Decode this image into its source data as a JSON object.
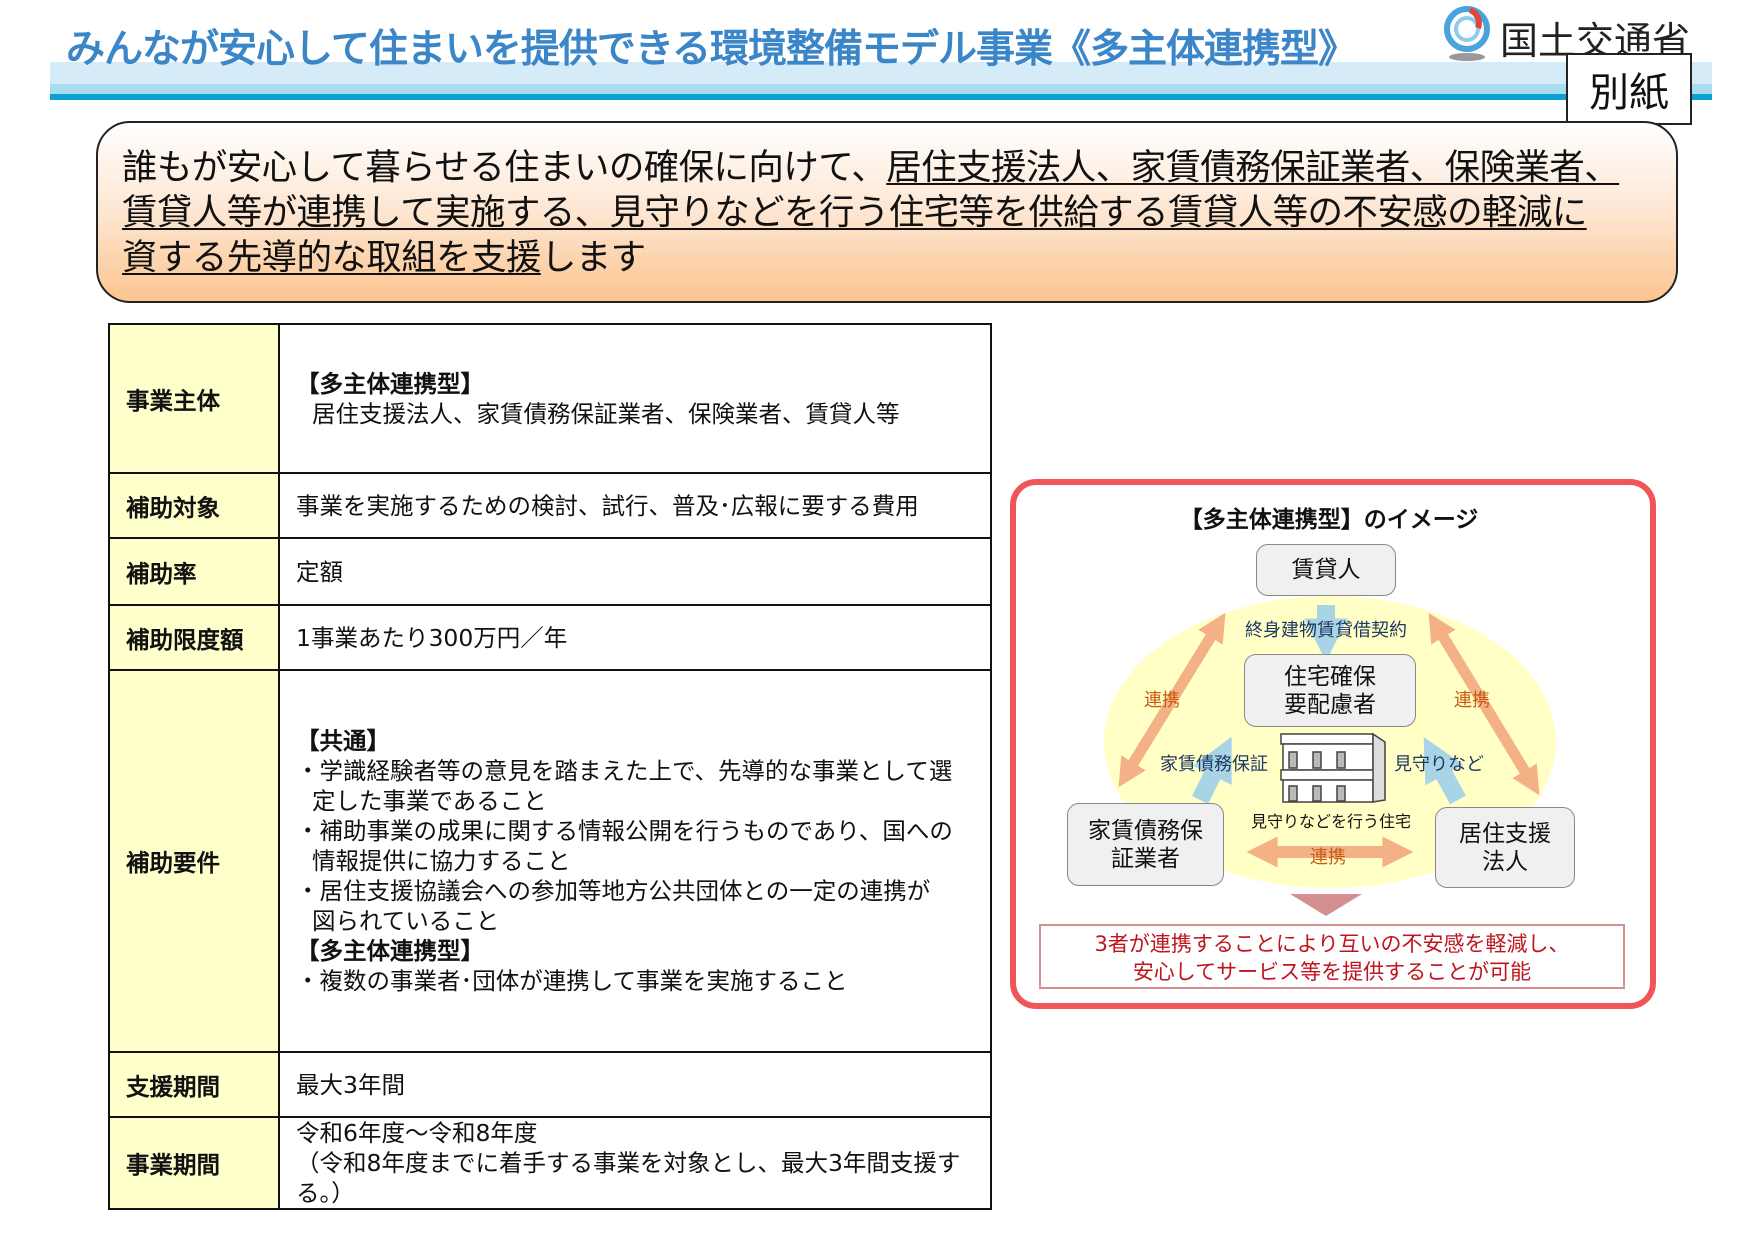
{
  "header": {
    "title": "みんなが安心して住まいを提供できる環境整備モデル事業《多主体連携型》",
    "ministry": "国土交通省",
    "attachment_label": "別紙"
  },
  "lead": {
    "line1_plain": "誰もが安心して暮らせる住まいの確保に向けて、",
    "line1_underline": "居住支援法人、家賃債務保証業者、保険業者、",
    "line2_underline": "賃貸人等が連携して実施する、見守りなどを行う住宅等を供給する賃貸人等の不安感の軽減に",
    "line3_underline": "資する先導的な取組を支援",
    "line3_plain": "します"
  },
  "table": {
    "r1": {
      "label": "事業主体",
      "head": "【多主体連携型】",
      "text": "居住支援法人、家賃債務保証業者、保険業者、賃貸人等"
    },
    "r2": {
      "label": "補助対象",
      "text": "事業を実施するための検討、試行、普及･広報に要する費用"
    },
    "r3": {
      "label": "補助率",
      "text": "定額"
    },
    "r4": {
      "label": "補助限度額",
      "text": "1事業あたり300万円／年"
    },
    "r5": {
      "label": "補助要件",
      "lines": [
        "【共通】",
        "・学識経験者等の意見を踏まえた上で、先導的な事業として選",
        "定した事業であること",
        "・補助事業の成果に関する情報公開を行うものであり、国への",
        "情報提供に協力すること",
        "・居住支援協議会への参加等地方公共団体との一定の連携が",
        "図られていること",
        "【多主体連携型】",
        "・複数の事業者･団体が連携して事業を実施すること"
      ]
    },
    "r6": {
      "label": "支援期間",
      "text": "最大3年間"
    },
    "r7": {
      "label": "事業期間",
      "line1": "令和6年度～令和8年度",
      "line2": "（令和8年度までに着手する事業を対象とし、最大3年間支援する。）"
    }
  },
  "diagram": {
    "title": "【多主体連携型】のイメージ",
    "lessor": "賃貸人",
    "tenant": "住宅確保要配慮者",
    "guarantor": "家賃債務保証業者",
    "support_corp": "居住支援法人",
    "contract": "終身建物賃貸借契約",
    "guarantee": "家賃債務保証",
    "watch": "見守りなど",
    "house": "見守りなどを行う住宅",
    "link_left": "連携",
    "link_right": "連携",
    "link_bottom": "連携",
    "result_line1": "3者が連携することにより互いの不安感を軽減し、",
    "result_line2": "安心してサービス等を提供することが可能"
  },
  "colors": {
    "title_blue": "#3b86c8",
    "frame_red": "#f0555a",
    "result_red": "#c0141e",
    "link_orange": "#f5b186",
    "arrow_blue": "#a8d4e6"
  }
}
